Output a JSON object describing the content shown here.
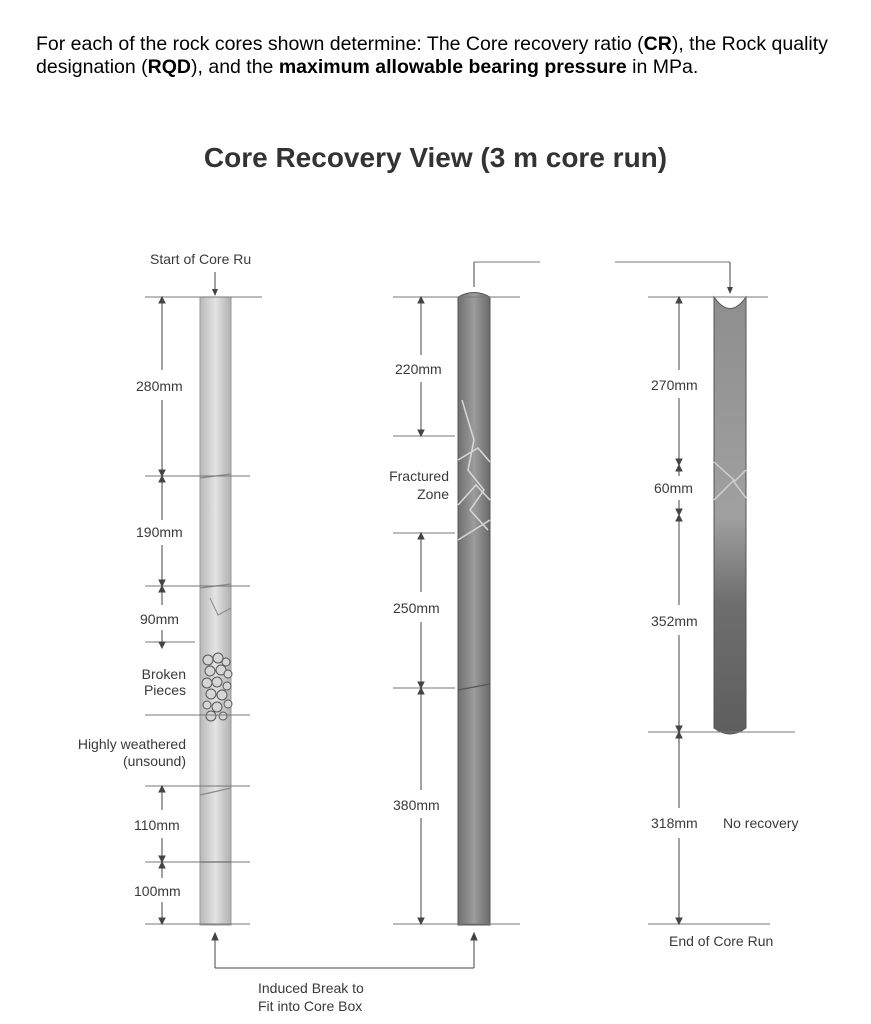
{
  "question": {
    "p1": "For each of the rock cores shown determine: The Core recovery ratio (",
    "cr": "CR",
    "p2": "), the Rock quality designation (",
    "rqd": "RQD",
    "p3": "), and the ",
    "mabp": "maximum allowable bearing pressure",
    "p4": " in MPa."
  },
  "diagram": {
    "title": "Core Recovery View (3 m core run)",
    "core1": {
      "start_label": "Start of Core Ru",
      "segments": [
        "280mm",
        "190mm",
        "90mm",
        "110mm",
        "100mm"
      ],
      "broken_label_1": "Broken",
      "broken_label_2": "Pieces",
      "weathered_label_1": "Highly weathered",
      "weathered_label_2": "(unsound)"
    },
    "core2": {
      "segments": [
        "220mm",
        "250mm",
        "380mm"
      ],
      "fractured_label_1": "Fractured",
      "fractured_label_2": "Zone"
    },
    "core3": {
      "segments": [
        "270mm",
        "60mm",
        "352mm",
        "318mm"
      ],
      "no_recovery_label": "No recovery",
      "end_label": "End of Core Run"
    },
    "induced_break_1": "Induced Break to",
    "induced_break_2": "Fit into Core Box",
    "colors": {
      "core1_fill": "#c9c9c9",
      "core2_fill": "#8c8c8c",
      "core3_fill": "#8a8a8a",
      "dimension_line": "#444444"
    }
  }
}
